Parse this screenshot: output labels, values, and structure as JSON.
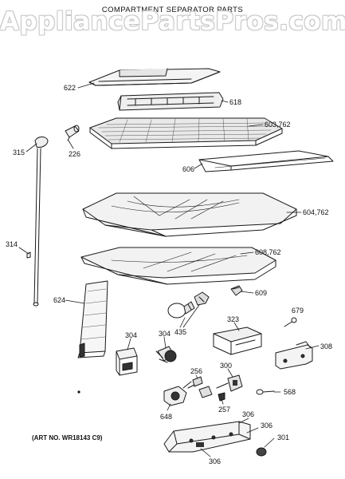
{
  "watermark": "AppliancePartsPros.com",
  "title": "COMPARTMENT SEPARATOR PARTS",
  "art_no": "(ART NO. WR18143 C9)",
  "callouts": {
    "p622": "622",
    "p618": "618",
    "p603_762": "603,762",
    "p315": "315",
    "p226": "226",
    "p606": "606",
    "p604_762": "604,762",
    "p314": "314",
    "p608_762": "608,762",
    "p624": "624",
    "p609": "609",
    "p679": "679",
    "p435": "435",
    "p323": "323",
    "p304a": "304",
    "p304b": "304",
    "p308": "308",
    "p256": "256",
    "p300": "300",
    "p568": "568",
    "p648": "648",
    "p257": "257",
    "p306a": "306",
    "p306b": "306",
    "p306c": "306",
    "p301": "301"
  }
}
